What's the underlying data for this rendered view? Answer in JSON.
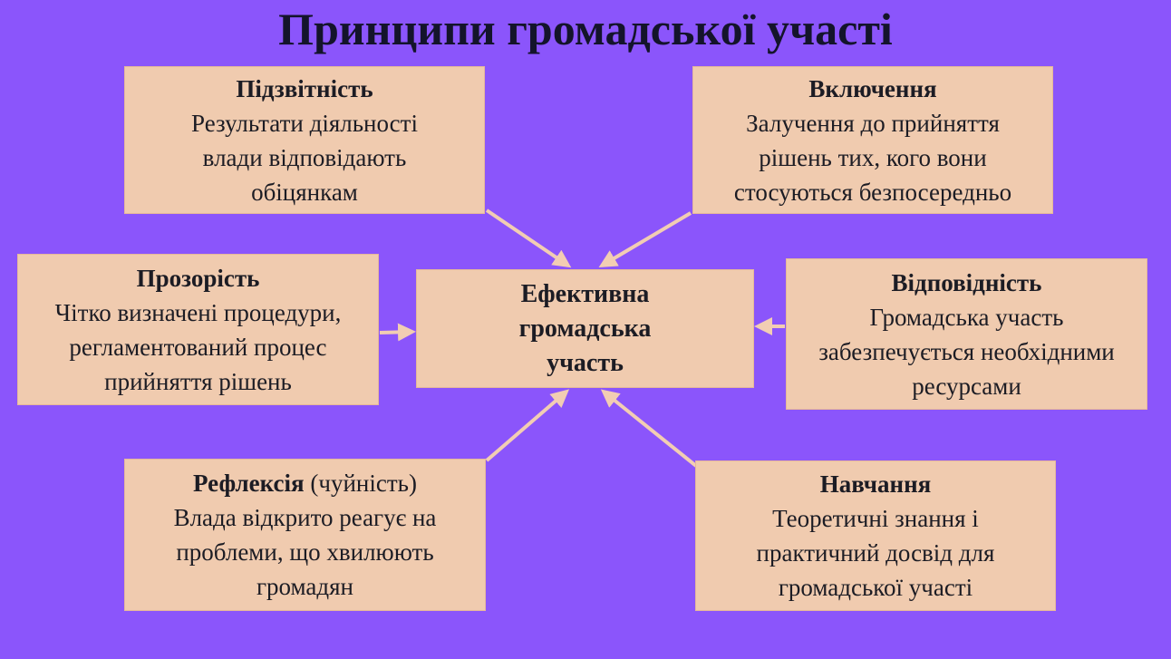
{
  "title": "Принципи громадської участі",
  "center": {
    "label": "Ефективна\nгромадська\nучасть"
  },
  "boxes": {
    "accountability": {
      "heading": "Підзвітність",
      "text": "Результати діяльності\nвлади відповідають\nобіцянкам"
    },
    "inclusion": {
      "heading": "Включення",
      "text": "Залучення до прийняття\nрішень тих, кого вони\nстосуються безпосередньо"
    },
    "transparency": {
      "heading": "Прозорість",
      "text": "Чітко визначені процедури,\nрегламентований  процес\nприйняття рішень"
    },
    "conformity": {
      "heading": "Відповідність",
      "text": "Громадська участь\nзабезпечується необхідними\nресурсами"
    },
    "reflexion": {
      "heading": "Рефлексія",
      "note": " (чуйність)",
      "text": "Влада відкрито реагує на\nпроблеми, що  хвилюють\nгромадян"
    },
    "learning": {
      "heading": "Навчання",
      "text": "Теоретичні знання і\nпрактичний досвід для\nгромадської участі"
    }
  },
  "colors": {
    "background": "#8b55fb",
    "box_fill": "#f0cbaf",
    "arrow": "#f2cdb3",
    "text": "#1c1c24"
  }
}
